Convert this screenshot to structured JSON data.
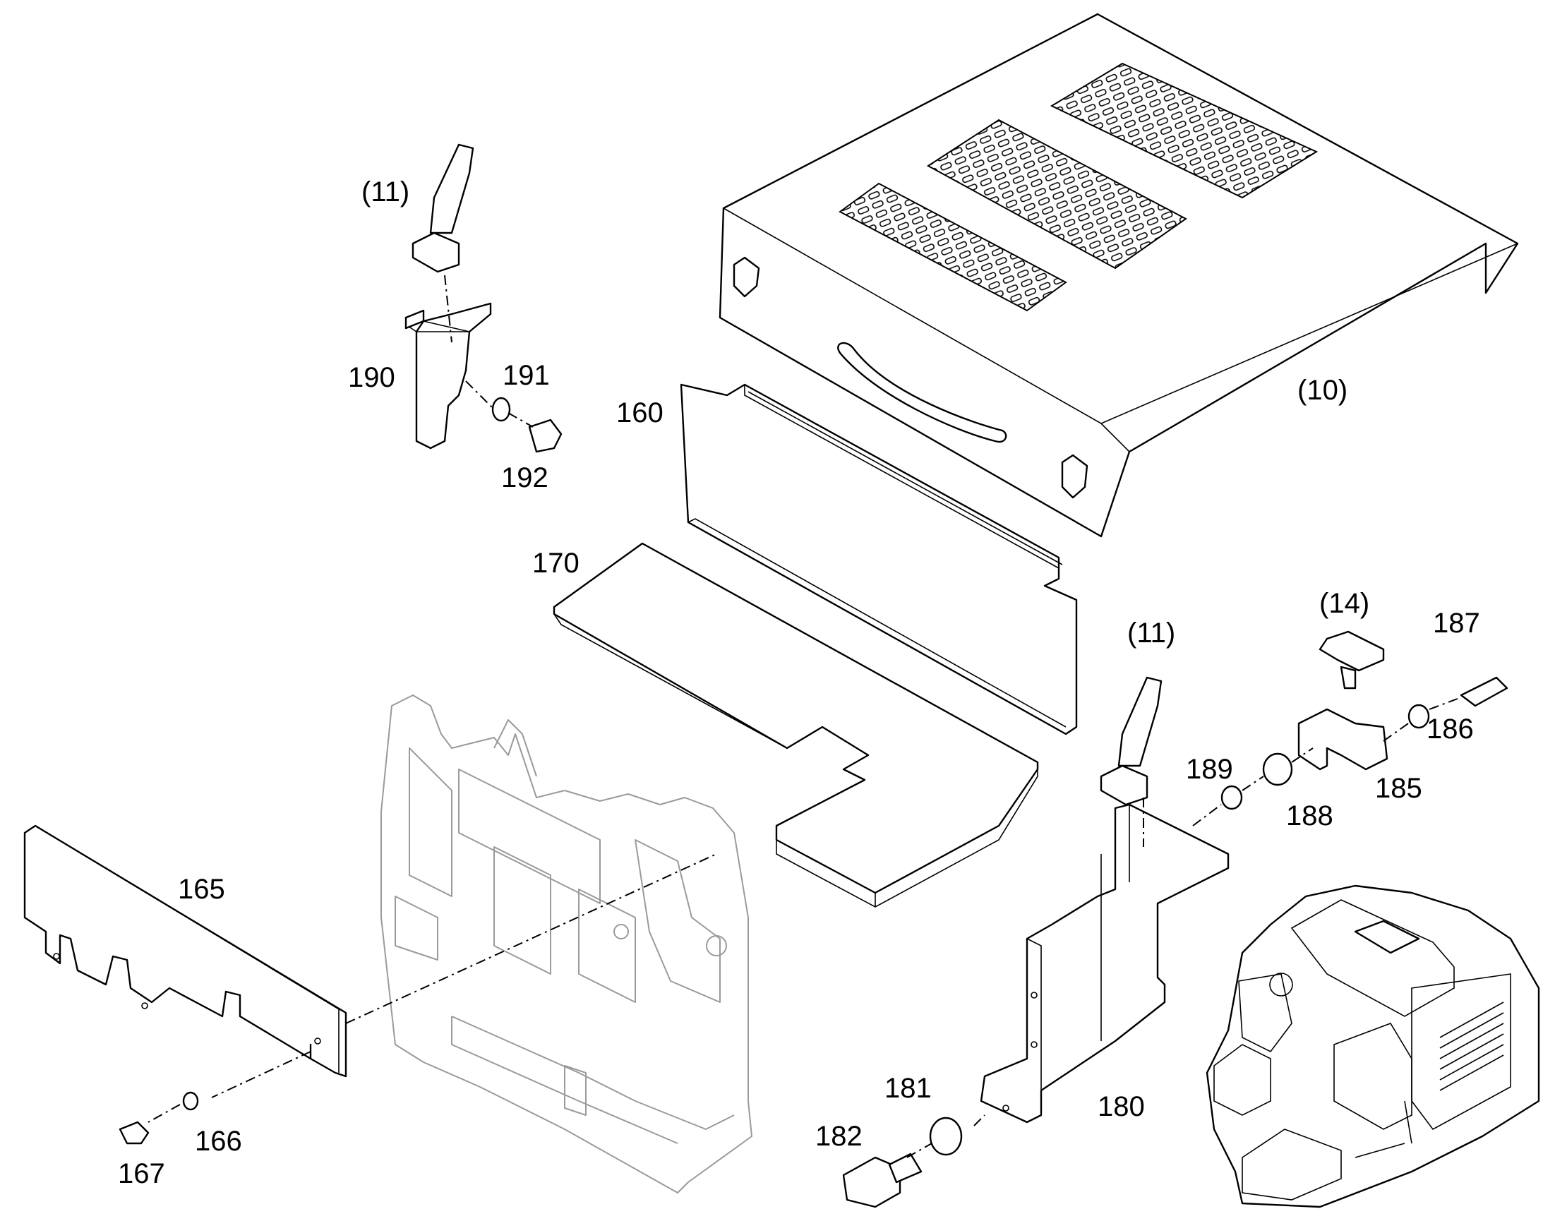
{
  "labels": {
    "l10": "(10)",
    "l11a": "(11)",
    "l11b": "(11)",
    "l14": "(14)",
    "l160": "160",
    "l165": "165",
    "l166": "166",
    "l167": "167",
    "l170": "170",
    "l180": "180",
    "l181": "181",
    "l182": "182",
    "l185": "185",
    "l186": "186",
    "l187": "187",
    "l188": "188",
    "l189": "189",
    "l190": "190",
    "l191": "191",
    "l192": "192"
  }
}
